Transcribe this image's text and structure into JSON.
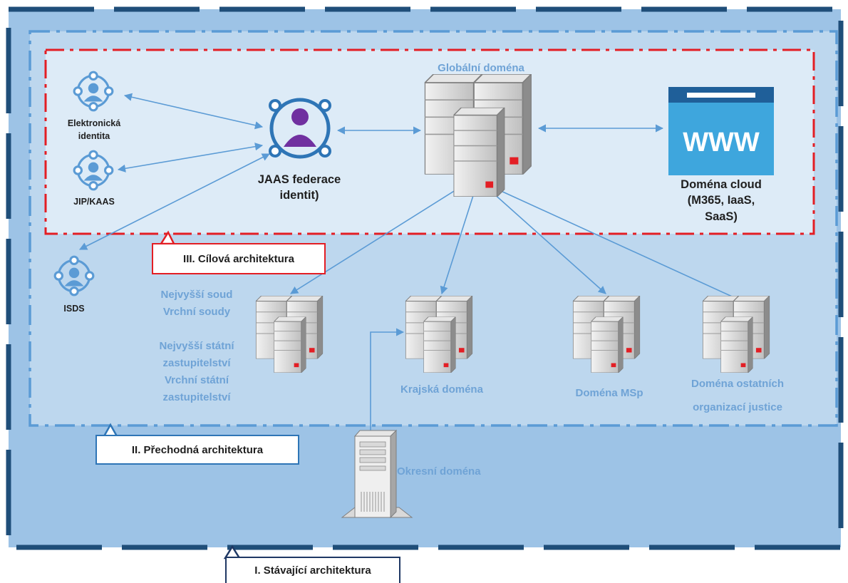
{
  "architectures": {
    "current": "I. Stávající architektura",
    "transitional": "II. Přechodná architektura",
    "target": "III. Cílová architektura"
  },
  "nodes": {
    "electronic_identity": [
      "Elektronická",
      "identita"
    ],
    "jip_kaas": "JIP/KAAS",
    "isds": "ISDS",
    "jaas": [
      "JAAS federace",
      "identit)"
    ],
    "global_domain": "Globální doména",
    "cloud": {
      "icon_text": "WWW",
      "label": [
        "Doména cloud",
        "(M365, IaaS,",
        "SaaS)"
      ]
    },
    "supreme_courts": [
      "Nejvyšší soud",
      "Vrchní soudy",
      "",
      "Nejvyšší státní",
      "zastupitelství",
      "Vrchní státní",
      "zastupitelství"
    ],
    "regional_domain": "Krajská doména",
    "msp_domain": "Doména MSp",
    "other_orgs": [
      "Doména ostatních",
      "organizací justice"
    ],
    "district_domain": "Okresní doména"
  },
  "colors": {
    "outer_fill": "#9dc3e6",
    "outer_dash": "#1f4e79",
    "middle_fill": "#bdd7ee",
    "middle_dash": "#5b9bd5",
    "inner_fill": "#ddebf7",
    "inner_dash": "#e31e24",
    "connector": "#5b9bd5",
    "label_blue": "#6fa3d6",
    "icon_blue": "#5b9bd5",
    "jaas_ring": "#2e75b6",
    "jaas_person": "#7030a0",
    "server_red": "#e31e24"
  }
}
